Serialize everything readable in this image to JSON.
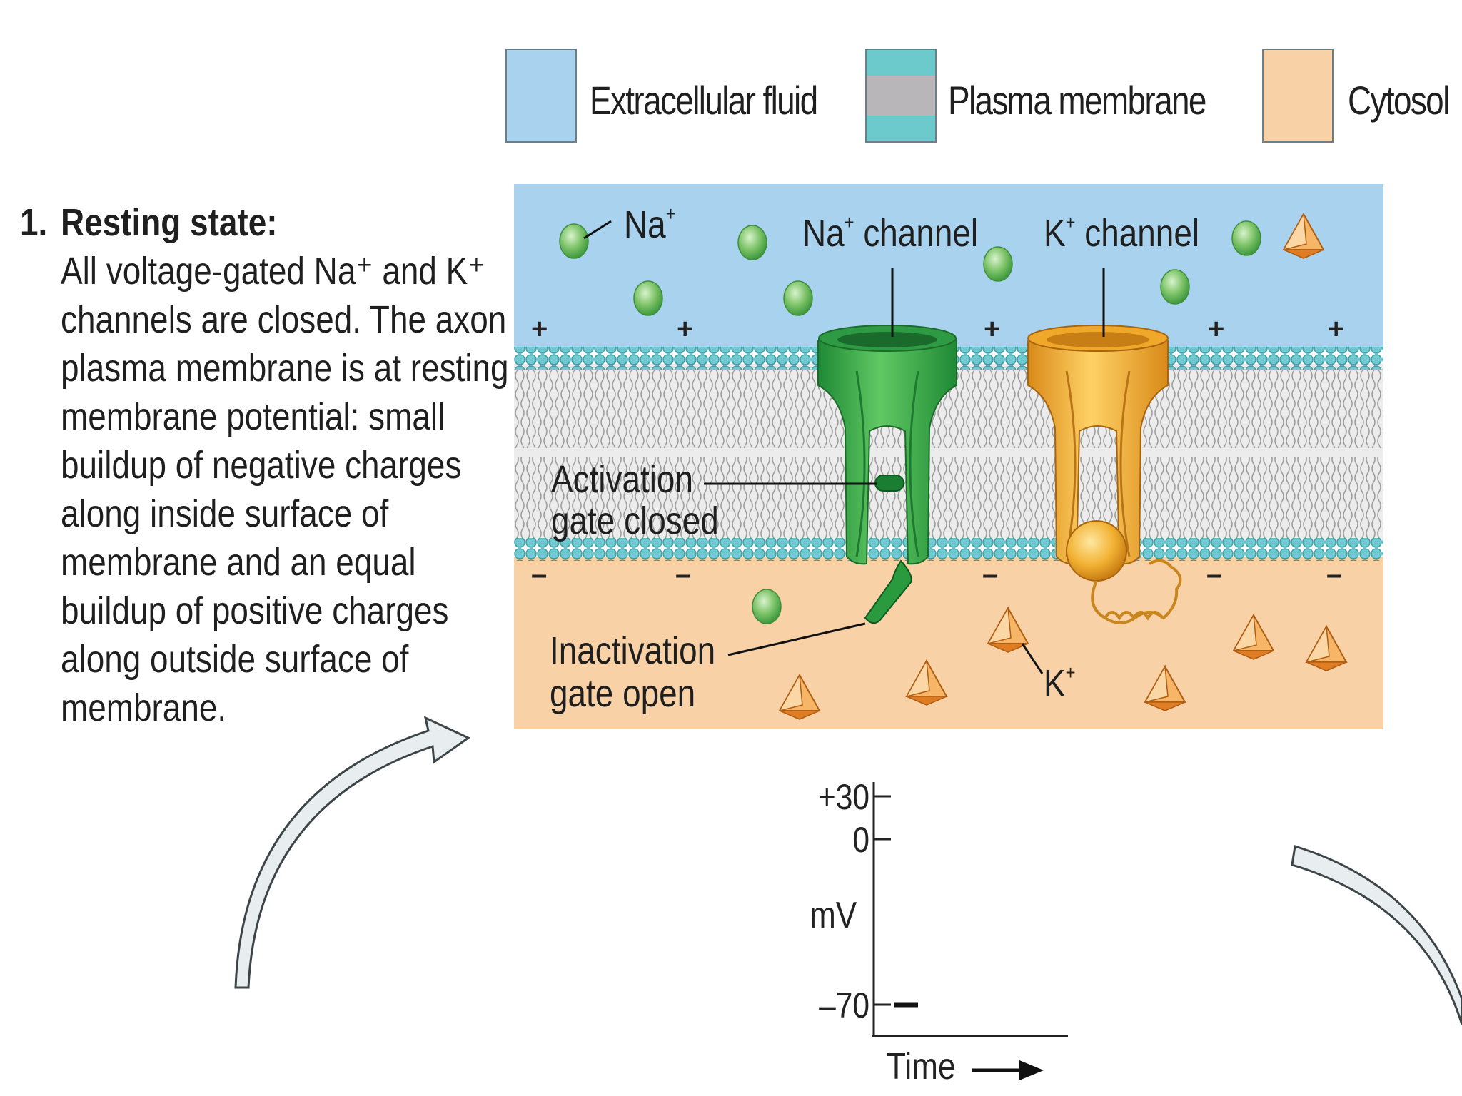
{
  "legend": [
    {
      "label": "Extracellular fluid",
      "color": "#a8d2ee"
    },
    {
      "label": "Plasma membrane",
      "color_outer": "#6ccacd",
      "color_inner": "#b8b6b8"
    },
    {
      "label": "Cytosol",
      "color": "#f9d1a6"
    }
  ],
  "step": {
    "number": "1.",
    "title": "Resting state:",
    "body_lines": [
      "All voltage-gated Na⁺ and K⁺",
      "channels are closed. The axon",
      "plasma membrane is at resting",
      "membrane potential: small",
      "buildup of negative charges",
      "along inside surface of",
      "membrane and an equal",
      "buildup of positive charges",
      "along outside surface of",
      "membrane."
    ]
  },
  "diagram": {
    "label_na_ion": "Na",
    "label_na_channel": "Na",
    "label_k_channel": "K",
    "label_channel_word": "channel",
    "label_activation_1": "Activation",
    "label_activation_2": "gate closed",
    "label_inactivation_1": "Inactivation",
    "label_inactivation_2": "gate open",
    "label_k_ion": "K",
    "superscript_plus": "+",
    "outside_charge": "+",
    "inside_charge": "–",
    "colors": {
      "extracellular": "#a8d2ee",
      "cytosol": "#f9d1a6",
      "na_ion": "#7fc46a",
      "k_ion": "#f0a04b",
      "na_channel": "#3aa84a",
      "k_channel": "#f2b233"
    }
  },
  "graph": {
    "tick_labels": [
      "+30",
      "0",
      "–70"
    ],
    "ylabel": "mV",
    "xlabel": "Time",
    "resting_value_mv": -70
  },
  "chart_data": {
    "type": "line",
    "ylabel": "mV",
    "xlabel": "Time",
    "y_ticks": [
      30,
      0,
      -70
    ],
    "series": [
      {
        "values": [
          -70,
          -70
        ]
      }
    ]
  }
}
